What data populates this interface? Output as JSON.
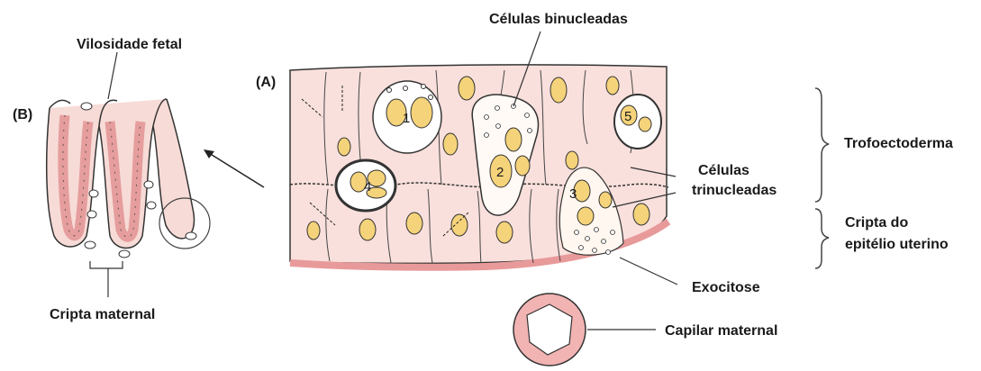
{
  "labels": {
    "celulas_binucleadas": "Células binucleadas",
    "vilosidade_fetal": "Vilosidade fetal",
    "panel_a": "(A)",
    "panel_b": "(B)",
    "trofoectoderma": "Trofoectoderma",
    "celulas_trinucleadas_line1": "Células",
    "celulas_trinucleadas_line2": "trinucleadas",
    "cripta_epitelio_line1": "Cripta do",
    "cripta_epitelio_line2": "epitélio uterino",
    "exocitose": "Exocitose",
    "cripta_maternal": "Cripta maternal",
    "capilar_maternal": "Capilar maternal"
  },
  "cell_numbers": [
    "1",
    "2",
    "3",
    "4",
    "5"
  ],
  "colors": {
    "tissue_fill": "#f9e0dc",
    "cell_fill": "#fdf3f0",
    "nucleus": "#f5d37a",
    "villus_band": "#e8a3a3",
    "stroke": "#333333"
  }
}
